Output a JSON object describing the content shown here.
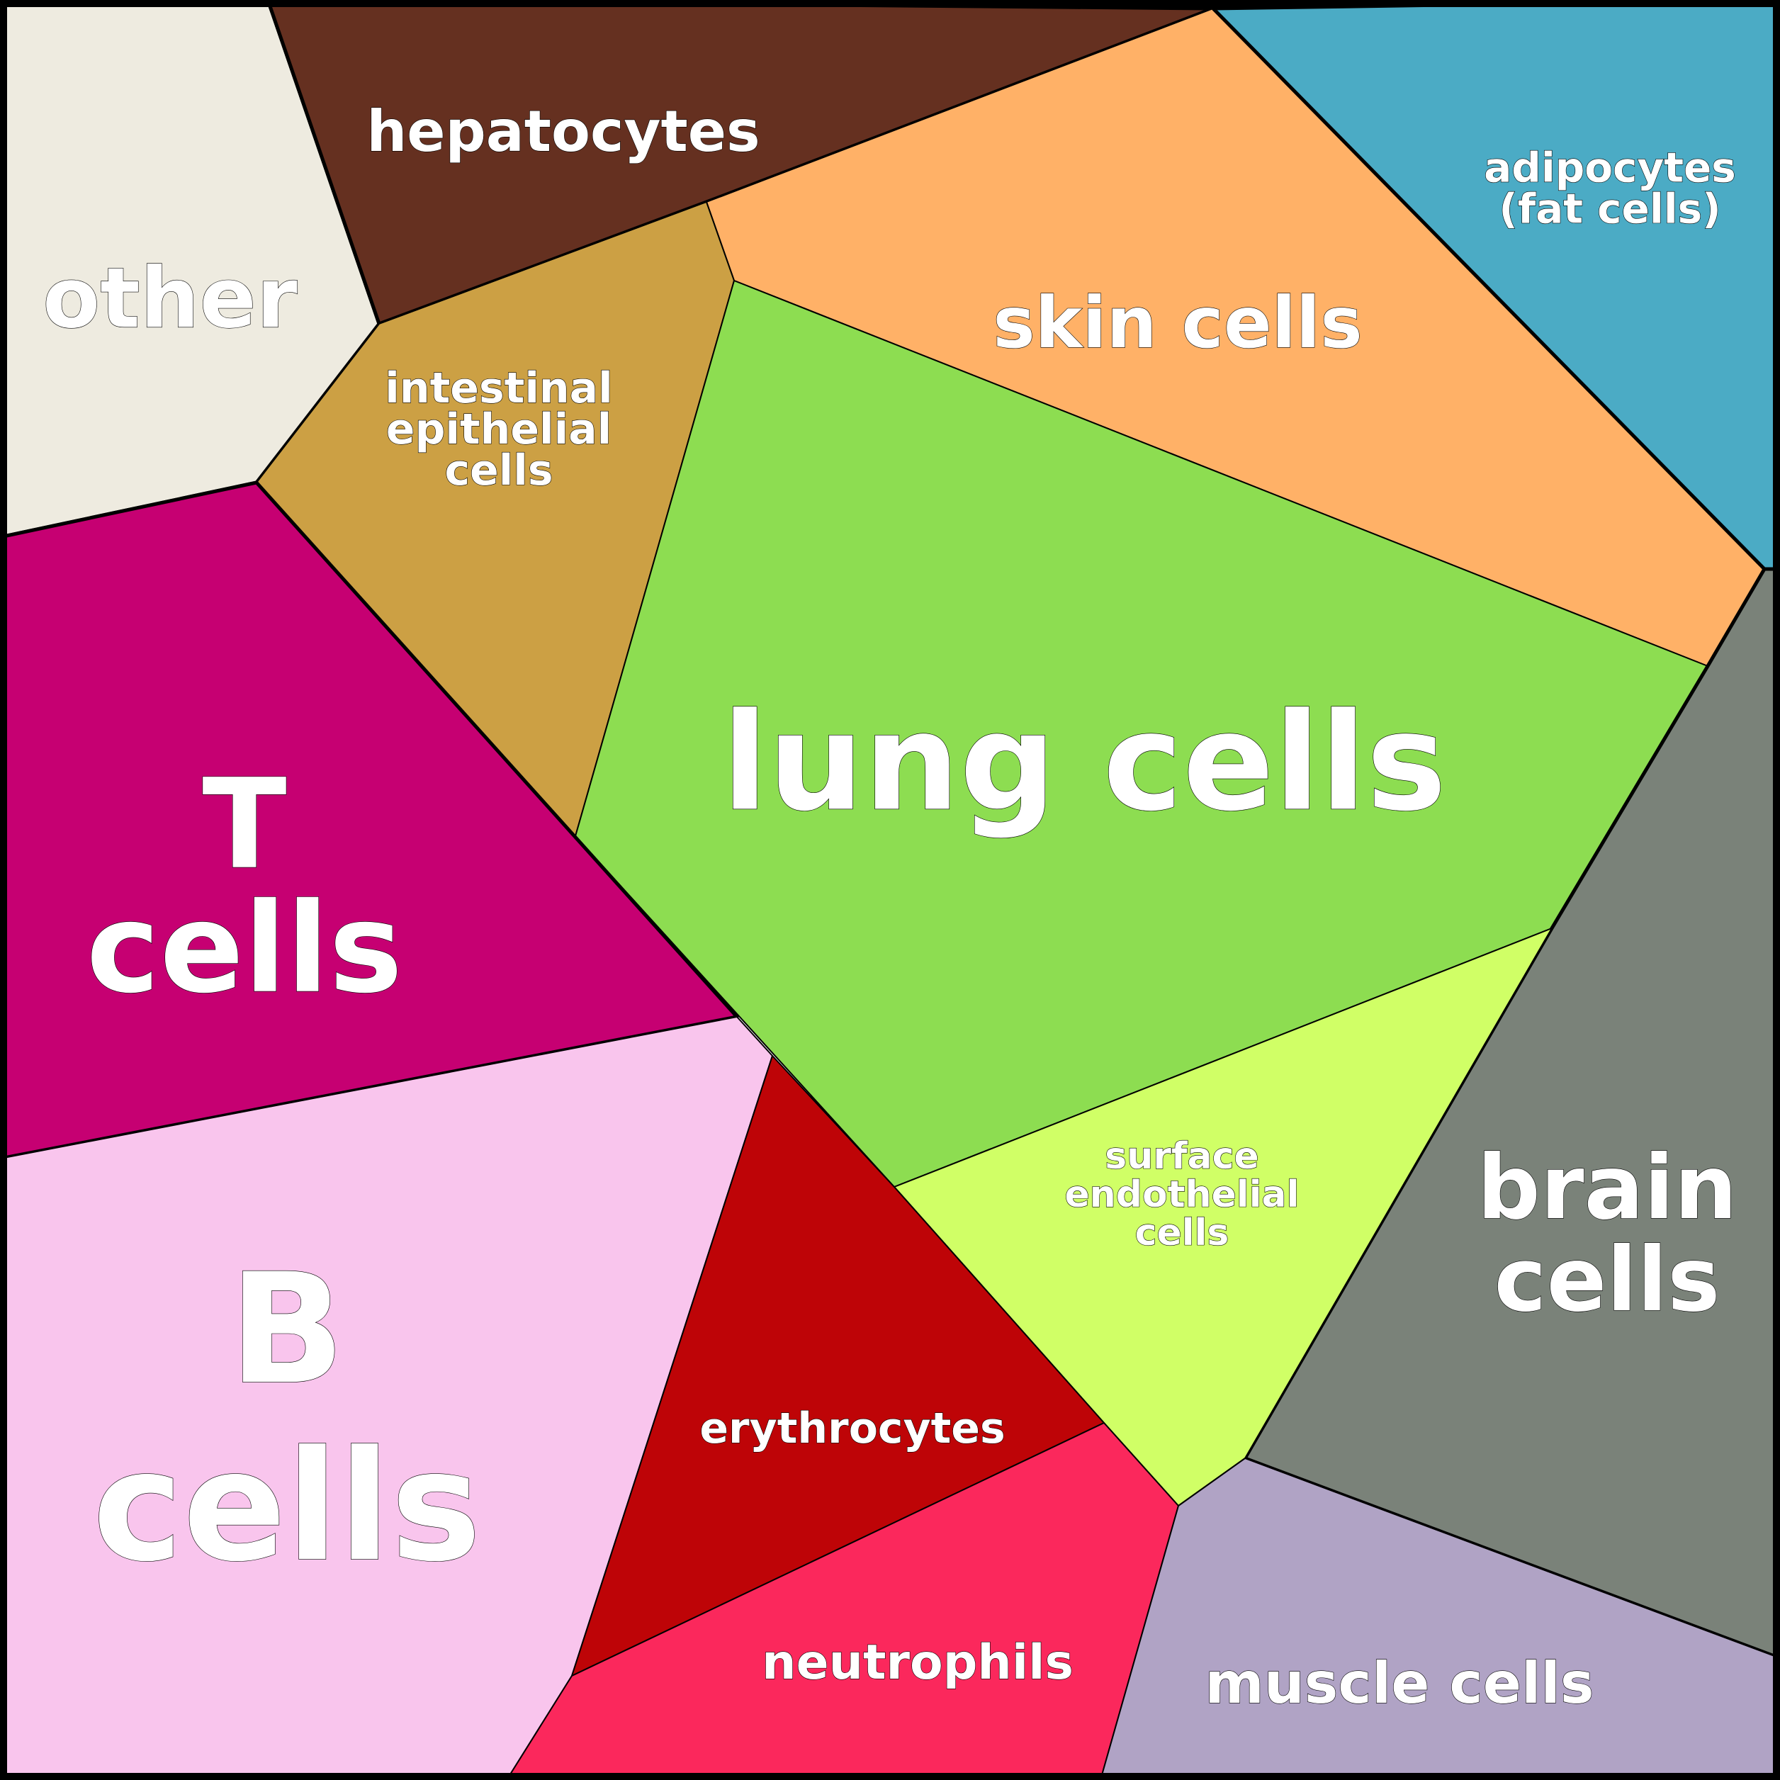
{
  "diagram": {
    "type": "voronoi-treemap",
    "cells": [
      {
        "id": "other",
        "lines": [
          "other"
        ],
        "color": "#EEEBE0"
      },
      {
        "id": "hepatocytes",
        "lines": [
          "hepatocytes"
        ],
        "color": "#653020"
      },
      {
        "id": "skin",
        "lines": [
          "skin cells"
        ],
        "color": "#FFB167"
      },
      {
        "id": "adipocytes",
        "lines": [
          "adipocytes",
          "(fat cells)"
        ],
        "color": "#4BABC5"
      },
      {
        "id": "intestinal",
        "lines": [
          "intestinal",
          "epithelial",
          "cells"
        ],
        "color": "#CCA044"
      },
      {
        "id": "lung",
        "lines": [
          "lung cells"
        ],
        "color": "#8DDD51"
      },
      {
        "id": "tcells",
        "lines": [
          "T",
          "cells"
        ],
        "color": "#C60072"
      },
      {
        "id": "brain",
        "lines": [
          "brain",
          "cells"
        ],
        "color": "#7A8279"
      },
      {
        "id": "surface",
        "lines": [
          "surface",
          "endothelial",
          "cells"
        ],
        "color": "#D0FF66"
      },
      {
        "id": "bcells",
        "lines": [
          "B",
          "cells"
        ],
        "color": "#F9C5ED"
      },
      {
        "id": "erythrocytes",
        "lines": [
          "erythrocytes"
        ],
        "color": "#BE0407"
      },
      {
        "id": "neutrophils",
        "lines": [
          "neutrophils"
        ],
        "color": "#FB285C"
      },
      {
        "id": "muscle",
        "lines": [
          "muscle cells"
        ],
        "color": "#B0A3C5"
      }
    ]
  }
}
